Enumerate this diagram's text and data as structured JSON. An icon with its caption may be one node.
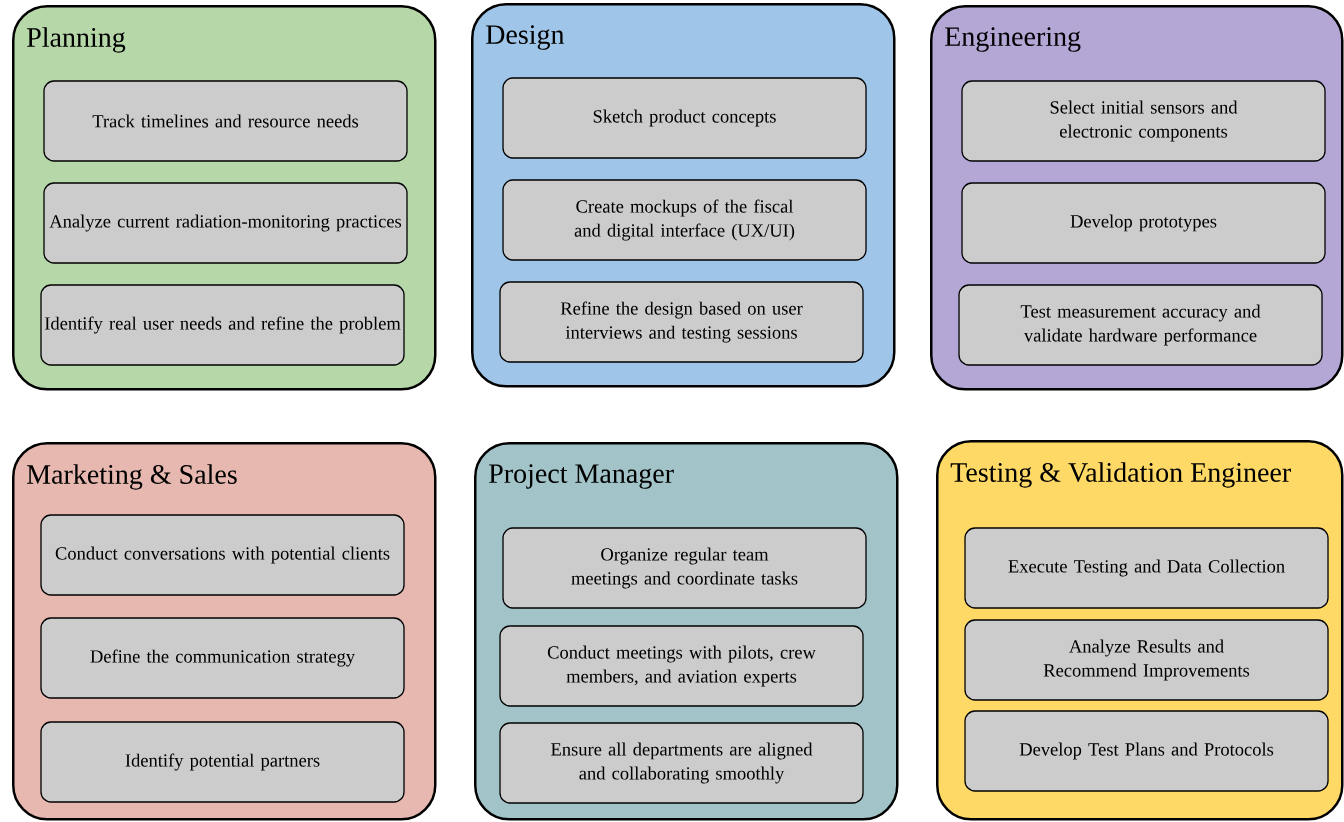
{
  "diagram": {
    "nodes": [
      {
        "text": [
          "Planning"
        ]
      },
      {
        "text": [
          "Track timelines and resource needs"
        ],
        "in": 0
      },
      {
        "text": [
          "Analyze current radiation-monitoring practices"
        ],
        "in": 0
      },
      {
        "text": [
          "Identify real user needs and refine the problem"
        ],
        "in": 0
      },
      {
        "text": [
          "Design"
        ]
      },
      {
        "text": [
          "Sketch product concepts"
        ],
        "in": 4
      },
      {
        "text": [
          "Create mockups of the fiscal and digital interface (UX/UI)"
        ],
        "in": 4
      },
      {
        "text": [
          "Refine the design based on user interviews and testing sessions"
        ],
        "in": 4
      },
      {
        "text": [
          "Engineering"
        ]
      },
      {
        "text": [
          "Select initial sensors and electronic components"
        ],
        "in": 8
      },
      {
        "text": [
          "Develop prototypes"
        ],
        "in": 8
      },
      {
        "text": [
          "Test measurement accuracy and validate hardware performance"
        ],
        "in": 8
      },
      {
        "text": [
          "Marketing & Sales"
        ]
      },
      {
        "text": [
          "Conduct conversations with potential clients"
        ],
        "in": 12
      },
      {
        "text": [
          "Define the communication strategy"
        ],
        "in": 12
      },
      {
        "text": [
          "Identify potential partners"
        ],
        "in": 12
      },
      {
        "text": [
          "Project Manager"
        ]
      },
      {
        "text": [
          "Organize regular team meetings and coordinate tasks"
        ],
        "in": 16
      },
      {
        "text": [
          "Conduct meetings with pilots, crew members, and aviation experts"
        ],
        "in": 16
      },
      {
        "text": [
          "Ensure all departments are aligned and collaborating smoothly"
        ],
        "in": 16
      },
      {
        "text": [
          "Testing & Validation Engineer"
        ]
      },
      {
        "text": [
          "Execute Testing and Data Collection"
        ],
        "in": 20
      },
      {
        "text": [
          "Analyze Results and Recommend Improvements"
        ],
        "in": 20
      },
      {
        "text": [
          "Develop Test Plans and Protocols"
        ],
        "in": 20
      }
    ],
    "edges": []
  }
}
